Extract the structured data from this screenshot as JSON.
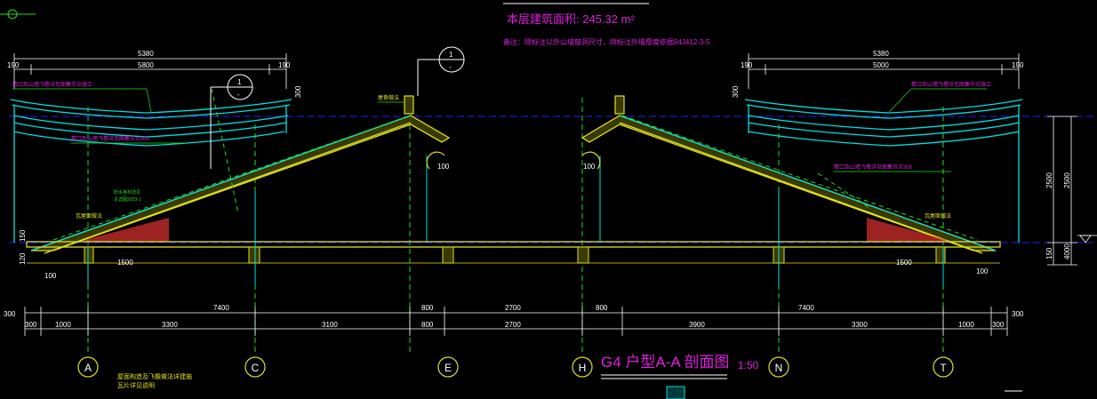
{
  "drawing": {
    "area_label": "本层建筑面积",
    "area_value": "245.32 m²",
    "note": "备注：除标注以外山墙窗洞尺寸，除标注外墙厚度依据04J412-3-5",
    "title": "G4 户型A-A 剖面图",
    "scale": "1:50",
    "left_note_1": "屋面构造及飞檐做法详建施",
    "left_note_2": "瓦片详见说明"
  },
  "colors": {
    "background": "#000000",
    "roof_outline": "#00e0e0",
    "structure": "#e0e020",
    "dimension": "#ffffff",
    "grid_line": "#20e020",
    "level_line": "#2020ff",
    "annotation": "#e020e0",
    "hatch": "#e03030"
  },
  "axes": [
    {
      "label": "A"
    },
    {
      "label": "C"
    },
    {
      "label": "E"
    },
    {
      "label": "H"
    },
    {
      "label": "N"
    },
    {
      "label": "T"
    }
  ],
  "section_markers": [
    {
      "top": "1",
      "bottom": "-"
    },
    {
      "top": "1",
      "bottom": "-"
    }
  ],
  "dims": {
    "top_left_total": "5380",
    "top_left_ends": [
      "190",
      "190"
    ],
    "top_left_mid": "5800",
    "top_right_total": "5380",
    "top_right_ends": [
      "190",
      "190"
    ],
    "top_right_mid": "5000",
    "bottom_row1": [
      "300",
      "7400",
      "800",
      "2700",
      "800",
      "7400",
      "300"
    ],
    "bottom_row2": [
      "300",
      "1000",
      "3300",
      "3100",
      "800",
      "2700",
      "3900",
      "3300",
      "1000",
      "300"
    ],
    "inner_left": "1500",
    "inner_right": "1500",
    "small_left": "100",
    "small_right": "100",
    "gable_left": "100",
    "gable_right": "100",
    "vert_right": [
      "2500",
      "2500",
      "4000",
      "150"
    ],
    "vert_left": [
      "150",
      "120",
      "300"
    ],
    "vert_right_eave": "300"
  },
  "callouts": {
    "eave_note_left": "檐口及山墙飞檐详见图集节点施工",
    "eave_note_left2": "檐口及山墙飞檐详见图集节点300",
    "ridge_note": "屋脊做法",
    "eave_note_right": "檐口及山墙飞檐详见图集节点施工",
    "eave_note_right2": "檐口及山墙飞檐详见图集节点300",
    "small_left": "瓦屋面做法",
    "small_right": "瓦屋面做法",
    "tiny_left": "防水卷材详见",
    "tiny_left2": "见详图2023-1"
  }
}
